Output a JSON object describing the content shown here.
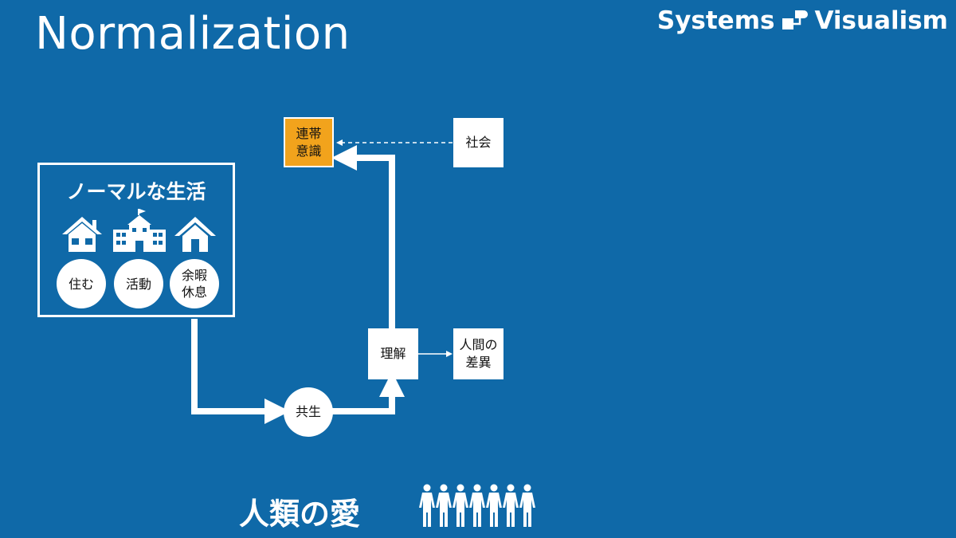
{
  "slide": {
    "title": "Normalization",
    "brand": {
      "left": "Systems",
      "right": "Visualism"
    }
  },
  "life_box": {
    "title": "ノーマルな生活",
    "items": [
      {
        "label_lines": [
          "住む"
        ],
        "icon": "house-icon"
      },
      {
        "label_lines": [
          "活動"
        ],
        "icon": "school-building-icon"
      },
      {
        "label_lines": [
          "余暇",
          "休息"
        ],
        "icon": "house-icon"
      }
    ]
  },
  "nodes": {
    "solidarity": [
      "連帯",
      "意識"
    ],
    "society": "社会",
    "understanding": "理解",
    "human_difference": [
      "人間の",
      "差異"
    ],
    "coexistence": "共生"
  },
  "bottom": {
    "slogan": "人類の愛",
    "people_icon": "people-group-icon"
  },
  "colors": {
    "background": "#0f69a8",
    "accent": "#f2a31c",
    "foreground": "#ffffff"
  }
}
